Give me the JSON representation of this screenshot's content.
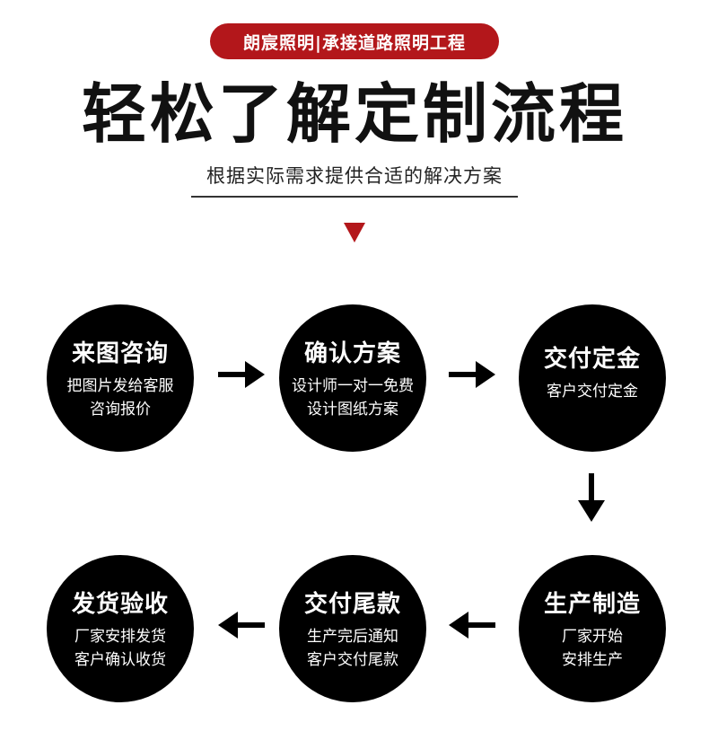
{
  "header": {
    "badge": "朗宸照明|承接道路照明工程",
    "title": "轻松了解定制流程",
    "subtitle": "根据实际需求提供合适的解决方案"
  },
  "steps": [
    {
      "title": "来图咨询",
      "lines": [
        "把图片发给客服",
        "咨询报价"
      ]
    },
    {
      "title": "确认方案",
      "lines": [
        "设计师一对一免费",
        "设计图纸方案"
      ]
    },
    {
      "title": "交付定金",
      "lines": [
        "客户交付定金"
      ]
    },
    {
      "title": "生产制造",
      "lines": [
        "厂家开始",
        "安排生产"
      ]
    },
    {
      "title": "交付尾款",
      "lines": [
        "生产完后通知",
        "客户交付尾款"
      ]
    },
    {
      "title": "发货验收",
      "lines": [
        "厂家安排发货",
        "客户确认收货"
      ]
    }
  ],
  "colors": {
    "accent": "#b3171b",
    "circle": "#000000",
    "text": "#111111"
  }
}
